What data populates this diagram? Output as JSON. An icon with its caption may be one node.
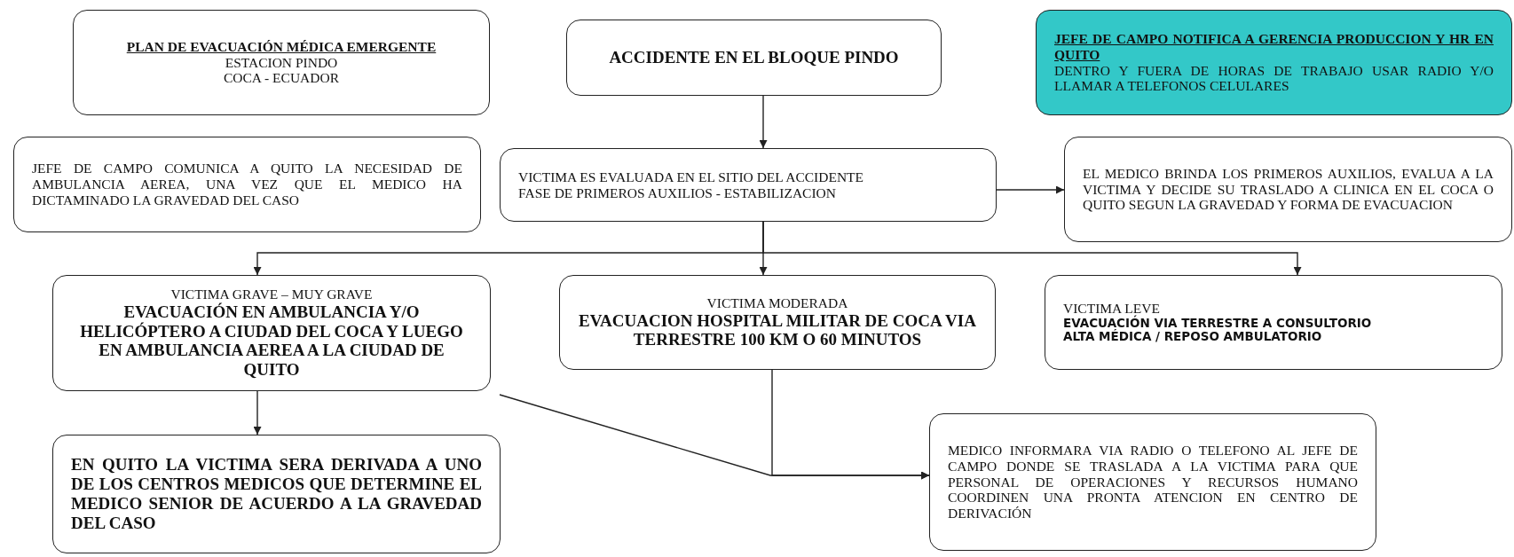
{
  "diagram": {
    "nodes": [
      {
        "text": [
          "PLAN DE EVACUACIÓN MÉDICA EMERGENTE",
          "ESTACION PINDO",
          "COCA - ECUADOR"
        ]
      },
      {
        "text": [
          "ACCIDENTE EN EL BLOQUE PINDO"
        ]
      },
      {
        "text": [
          "JEFE DE CAMPO  NOTIFICA A GERENCIA PRODUCCION Y HR   EN QUITO",
          "DENTRO Y FUERA DE HORAS DE TRABAJO USAR RADIO Y/O LLAMAR A TELEFONOS CELULARES"
        ]
      },
      {
        "text": [
          "JEFE DE CAMPO COMUNICA A QUITO LA NECESIDAD DE AMBULANCIA AEREA, UNA VEZ QUE EL MEDICO HA DICTAMINADO LA GRAVEDAD DEL CASO"
        ]
      },
      {
        "text": [
          "VICTIMA ES EVALUADA EN EL SITIO DEL ACCIDENTE",
          "FASE DE PRIMEROS AUXILIOS - ESTABILIZACION"
        ]
      },
      {
        "text": [
          "EL MEDICO BRINDA LOS PRIMEROS AUXILIOS, EVALUA A LA VICTIMA Y DECIDE SU TRASLADO A CLINICA EN EL COCA O QUITO SEGUN LA GRAVEDAD Y FORMA DE EVACUACION"
        ]
      },
      {
        "text": [
          "VICTIMA GRAVE – MUY GRAVE",
          "EVACUACIÓN EN AMBULANCIA Y/O HELICÓPTERO A CIUDAD DEL COCA Y LUEGO EN AMBULANCIA   AEREA A LA CIUDAD DE QUITO"
        ]
      },
      {
        "text": [
          "VICTIMA MODERADA",
          "EVACUACION HOSPITAL MILITAR DE COCA VIA TERRESTRE 100 KM O 60 MINUTOS"
        ]
      },
      {
        "text": [
          "VICTIMA LEVE",
          "EVACUACIÓN VIA TERRESTRE A CONSULTORIO",
          "ALTA MÉDICA / REPOSO AMBULATORIO"
        ]
      },
      {
        "text": [
          "EN QUITO LA VICTIMA SERA DERIVADA A UNO DE LOS CENTROS MEDICOS QUE DETERMINE EL MEDICO SENIOR DE ACUERDO A  LA GRAVEDAD DEL CASO"
        ]
      },
      {
        "text": [
          "MEDICO INFORMARA VIA RADIO O TELEFONO AL JEFE DE CAMPO   DONDE SE TRASLADA A LA VICTIMA PARA QUE PERSONAL DE OPERACIONES Y RECURSOS HUMANO COORDINEN UNA PRONTA ATENCION EN CENTRO DE DERIVACIÓN"
        ]
      }
    ],
    "edges": [
      {
        "from": 1,
        "to": 4,
        "arrow": "to"
      },
      {
        "from": 4,
        "to": 5,
        "arrow": "to"
      },
      {
        "from": 4,
        "to": 6,
        "arrow": "to"
      },
      {
        "from": 4,
        "to": 7,
        "arrow": "to"
      },
      {
        "from": 4,
        "to": 8,
        "arrow": "to"
      },
      {
        "from": 6,
        "to": 9,
        "arrow": "to"
      },
      {
        "from": 6,
        "to": 10,
        "arrow": "to"
      },
      {
        "from": 7,
        "to": 10,
        "arrow": "to"
      }
    ]
  }
}
